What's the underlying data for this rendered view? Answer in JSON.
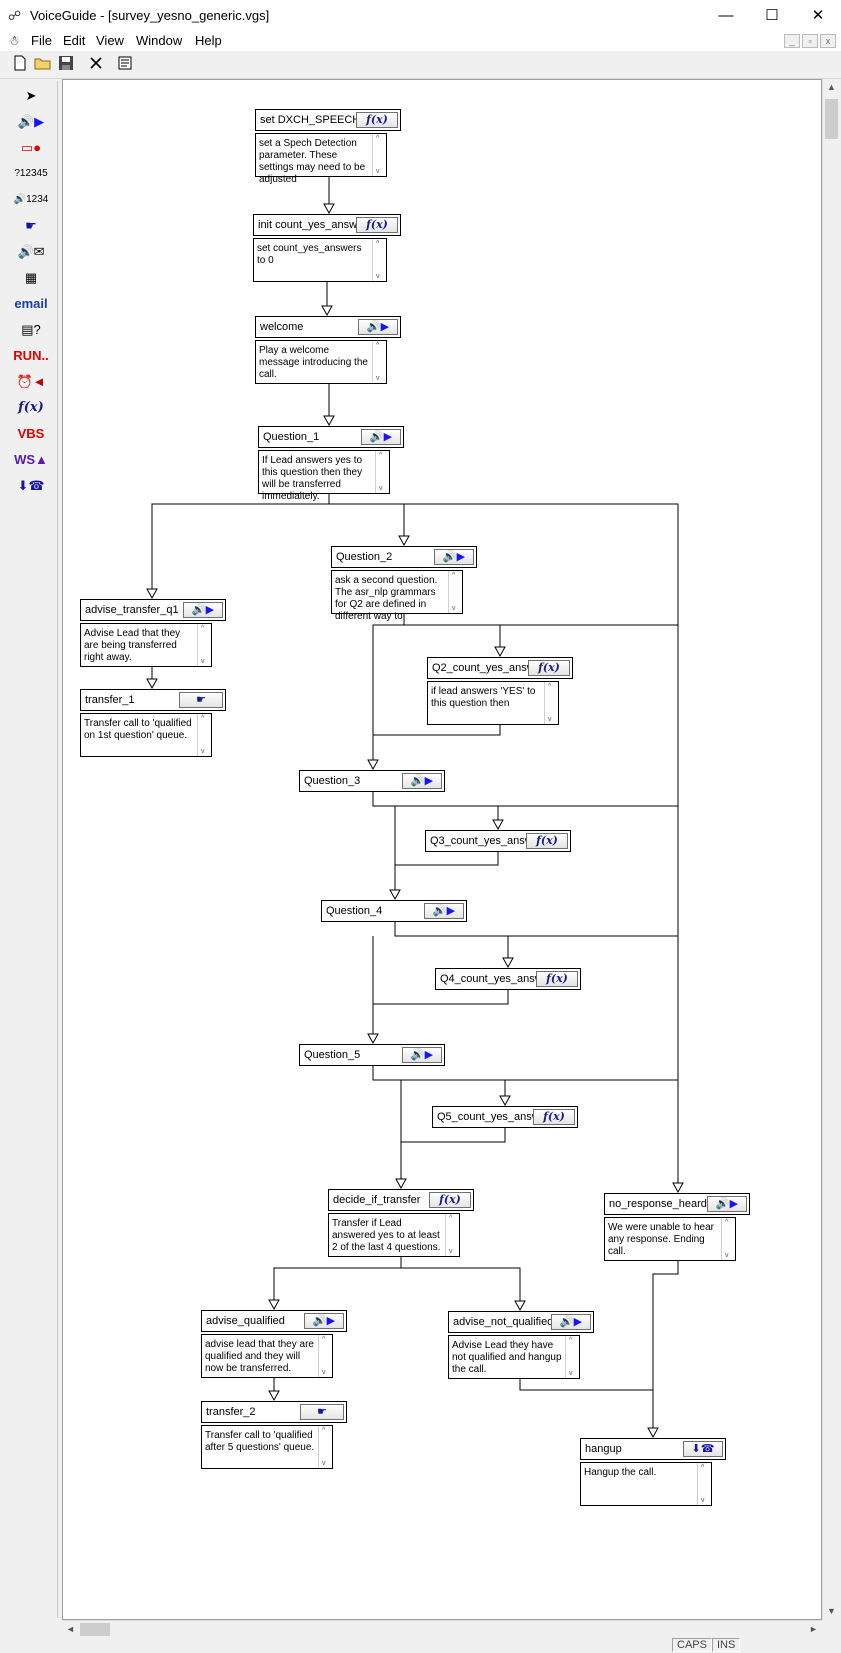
{
  "window": {
    "title": "VoiceGuide - [survey_yesno_generic.vgs]",
    "controls": [
      "—",
      "☐",
      "✕"
    ]
  },
  "menu": [
    "File",
    "Edit",
    "View",
    "Window",
    "Help"
  ],
  "mdi_controls": [
    "_",
    "▫",
    "x"
  ],
  "toolbar_icons": [
    "new-file-icon",
    "open-folder-icon",
    "save-icon",
    "delete-icon",
    "properties-icon"
  ],
  "palette": [
    {
      "name": "pointer",
      "glyph": "➤",
      "color": "#000000"
    },
    {
      "name": "play",
      "glyph": "🔊▶",
      "color": "#1515ff"
    },
    {
      "name": "record",
      "glyph": "▭●",
      "color": "#e00000"
    },
    {
      "name": "get-numbers",
      "glyph": "?12345",
      "color": "#000000"
    },
    {
      "name": "say-numbers",
      "glyph": "🔊1234",
      "color": "#000000"
    },
    {
      "name": "transfer",
      "glyph": "☛",
      "color": "#1515a0"
    },
    {
      "name": "voicemail",
      "glyph": "🔊✉",
      "color": "#000000"
    },
    {
      "name": "keypad",
      "glyph": "▦",
      "color": "#000000"
    },
    {
      "name": "email",
      "glyph": "email",
      "color": "#1a3fa0"
    },
    {
      "name": "database",
      "glyph": "▤?",
      "color": "#000000"
    },
    {
      "name": "run",
      "glyph": "RUN..",
      "color": "#e00000"
    },
    {
      "name": "time-switch",
      "glyph": "⏰◄",
      "color": "#c00000"
    },
    {
      "name": "evaluate",
      "glyph": "f(x)",
      "color": "#1a1a8a"
    },
    {
      "name": "vbs",
      "glyph": "VBS",
      "color": "#e00000"
    },
    {
      "name": "web-service",
      "glyph": "WS▲",
      "color": "#5a1ab0"
    },
    {
      "name": "hangup",
      "glyph": "⬇☎",
      "color": "#1515a0"
    }
  ],
  "modules": [
    {
      "id": "set_dxch",
      "title": "set DXCH_SPEECH",
      "badge": "f(x)",
      "type": "fx",
      "text": "set a Spech Detection parameter. These settings may need to be adjusted"
    },
    {
      "id": "init_count",
      "title": "init count_yes_answ",
      "badge": "f(x)",
      "type": "fx",
      "text": "set count_yes_answers to 0"
    },
    {
      "id": "welcome",
      "title": "welcome",
      "badge": "🔊▶",
      "type": "play",
      "text": "Play a welcome message introducing the call."
    },
    {
      "id": "question_1",
      "title": "Question_1",
      "badge": "🔊▶",
      "type": "play",
      "text": "If Lead answers yes to this question then they will be transferred immedialtely."
    },
    {
      "id": "question_2",
      "title": "Question_2",
      "badge": "🔊▶",
      "type": "play",
      "text": "ask a second question. The asr_nlp grammars for Q2 are defined in different way to"
    },
    {
      "id": "advise_transfer_q1",
      "title": "advise_transfer_q1",
      "badge": "🔊▶",
      "type": "play",
      "text": "Advise Lead that they are being transferred right away."
    },
    {
      "id": "transfer_1",
      "title": "transfer_1",
      "badge": "☛",
      "type": "hand",
      "text": "Transfer call to 'qualified on 1st question' queue."
    },
    {
      "id": "q2_count",
      "title": "Q2_count_yes_answ",
      "badge": "f(x)",
      "type": "fx",
      "text": "if lead answers 'YES' to this question then"
    },
    {
      "id": "question_3",
      "title": "Question_3",
      "badge": "🔊▶",
      "type": "play",
      "text": ""
    },
    {
      "id": "q3_count",
      "title": "Q3_count_yes_answ",
      "badge": "f(x)",
      "type": "fx",
      "text": ""
    },
    {
      "id": "question_4",
      "title": "Question_4",
      "badge": "🔊▶",
      "type": "play",
      "text": ""
    },
    {
      "id": "q4_count",
      "title": "Q4_count_yes_answ",
      "badge": "f(x)",
      "type": "fx",
      "text": ""
    },
    {
      "id": "question_5",
      "title": "Question_5",
      "badge": "🔊▶",
      "type": "play",
      "text": ""
    },
    {
      "id": "q5_count",
      "title": "Q5_count_yes_answ",
      "badge": "f(x)",
      "type": "fx",
      "text": ""
    },
    {
      "id": "decide_if_transfer",
      "title": "decide_if_transfer",
      "badge": "f(x)",
      "type": "fx",
      "text": "Transfer if Lead answered yes to at least 2 of the last 4 questions."
    },
    {
      "id": "no_response_heard",
      "title": "no_response_heard",
      "badge": "🔊▶",
      "type": "play",
      "text": "We were unable to hear any response. Ending call."
    },
    {
      "id": "advise_qualified",
      "title": "advise_qualified",
      "badge": "🔊▶",
      "type": "play",
      "text": "advise lead that they are qualified and they will now be transferred."
    },
    {
      "id": "advise_not_qualified",
      "title": "advise_not_qualified",
      "badge": "🔊▶",
      "type": "play",
      "text": "Advise Lead they have not qualified and hangup the call."
    },
    {
      "id": "transfer_2",
      "title": "transfer_2",
      "badge": "☛",
      "type": "hand",
      "text": "Transfer call to 'qualified after 5 questions' queue."
    },
    {
      "id": "hangup",
      "title": "hangup",
      "badge": "⬇☎",
      "type": "phone",
      "text": "Hangup the call."
    }
  ],
  "scroll_arrows": {
    "up": "▲",
    "down": "▼",
    "left": "◄",
    "right": "►",
    "box_up": "^",
    "box_down": "v"
  },
  "status": [
    "CAPS",
    "INS"
  ]
}
